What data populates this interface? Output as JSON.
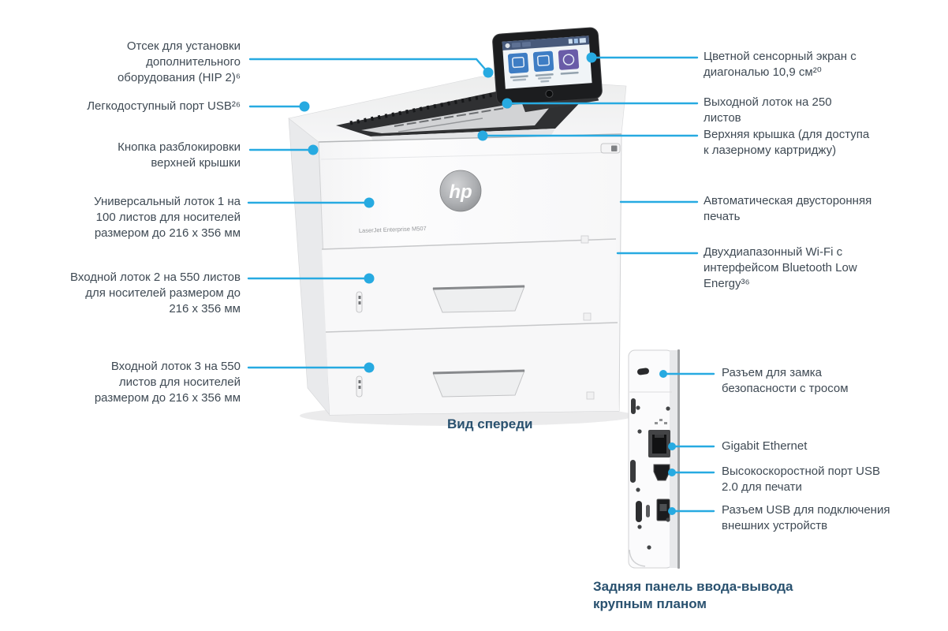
{
  "colors": {
    "callout_line": "#27aae1",
    "label_text": "#3f4a54",
    "caption_text": "#29516f"
  },
  "printer": {
    "brand_logo": "hp",
    "model_label": "LaserJet Enterprise M507"
  },
  "captions": {
    "front_view": "Вид спереди",
    "rear_closeup": "Задняя панель ввода-вывода\nкрупным планом"
  },
  "callouts": {
    "left": [
      {
        "text": "Отсек для установки\nдополнительного\nоборудования (HIP 2)⁶"
      },
      {
        "text": "Легкодоступный порт USB²⁶"
      },
      {
        "text": "Кнопка разблокировки\nверхней крышки"
      },
      {
        "text": "Универсальный лоток 1 на\n100 листов для носителей\nразмером до 216 x 356 мм"
      },
      {
        "text": "Входной лоток 2 на 550 листов\nдля носителей размером до\n216 x 356 мм"
      },
      {
        "text": "Входной лоток 3 на 550\nлистов для носителей\nразмером до 216 x 356 мм"
      }
    ],
    "right": [
      {
        "text": "Цветной сенсорный экран с\nдиагональю 10,9 см²⁰"
      },
      {
        "text": "Выходной лоток на 250\nлистов"
      },
      {
        "text": "Верхняя крышка (для доступа\nк лазерному картриджу)"
      },
      {
        "text": "Автоматическая двусторонняя\nпечать"
      },
      {
        "text": "Двухдиапазонный Wi-Fi с\nинтерфейсом Bluetooth Low\nEnergy³⁶"
      }
    ],
    "rear_panel": [
      {
        "text": "Разъем для замка\nбезопасности с тросом"
      },
      {
        "text": "Gigabit Ethernet"
      },
      {
        "text": "Высокоскоростной порт USB\n2.0 для печати"
      },
      {
        "text": "Разъем USB для подключения\nвнешних устройств"
      }
    ]
  }
}
